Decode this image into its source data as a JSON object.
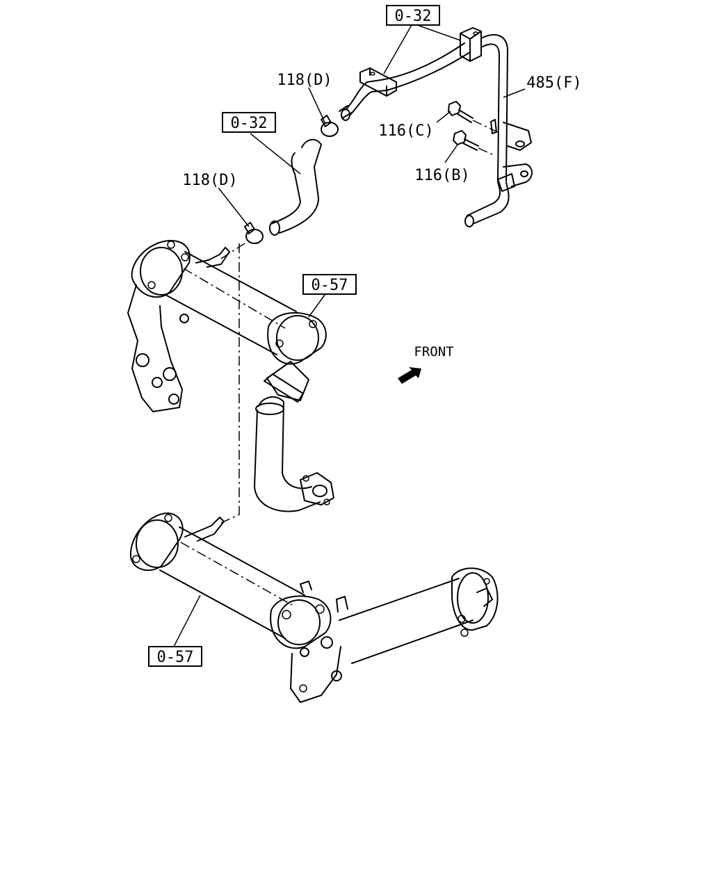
{
  "callouts": {
    "ref_032_top": "0-32",
    "ref_032_mid": "0-32",
    "ref_057_mid": "0-57",
    "ref_057_bottom": "0-57",
    "part_118d_top": "118(D)",
    "part_118d_mid": "118(D)",
    "part_116c": "116(C)",
    "part_116b": "116(B)",
    "part_485f": "485(F)"
  },
  "direction": {
    "front_label": "FRONT"
  },
  "colors": {
    "ink": "#000000",
    "paper": "#ffffff"
  }
}
